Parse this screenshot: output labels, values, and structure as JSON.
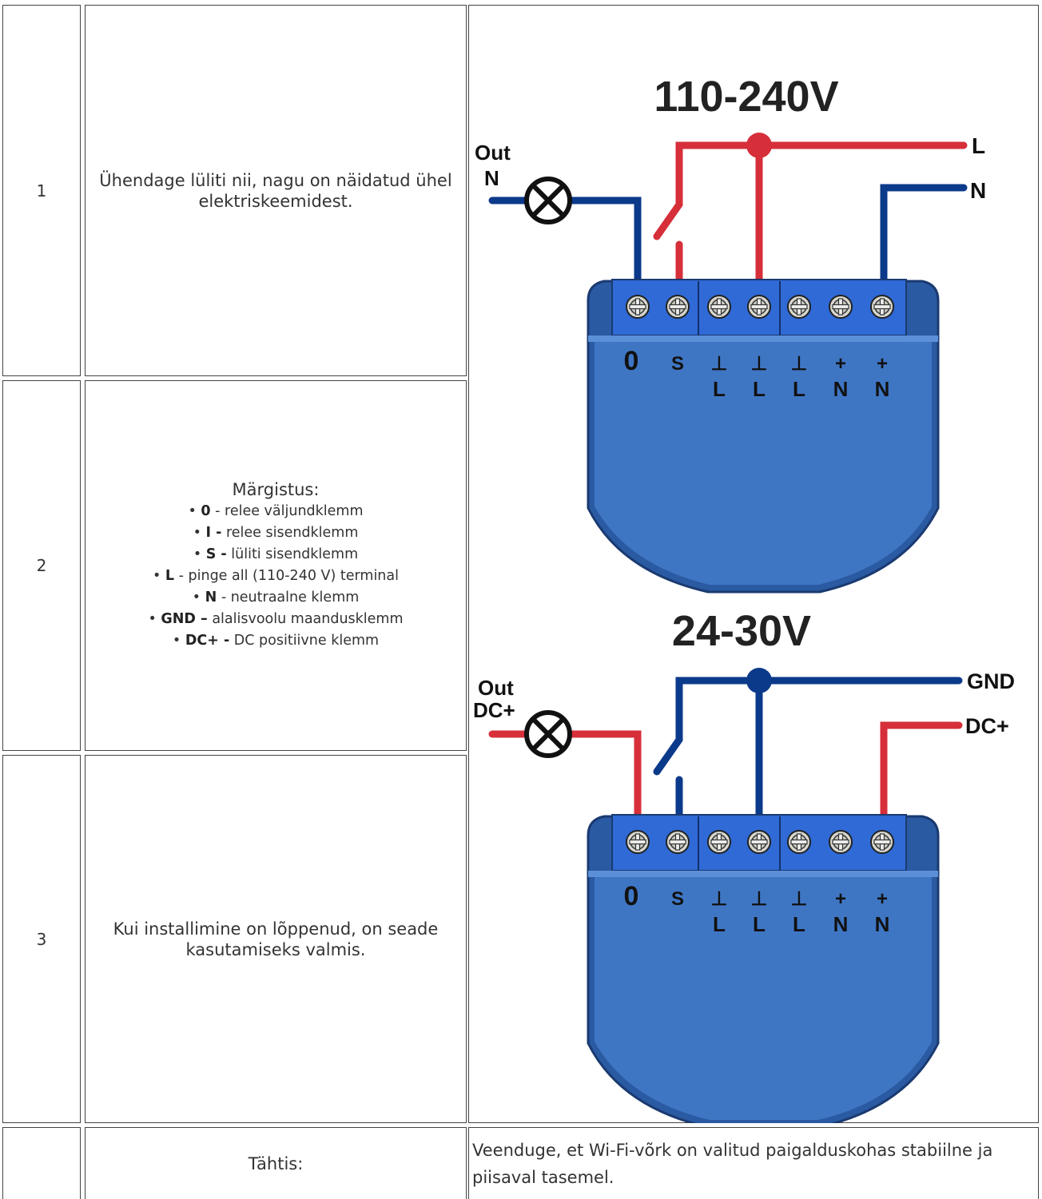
{
  "rows": [
    {
      "number": "1",
      "text": "Ühendage lüliti nii, nagu on näidatud ühel elektriskeemidest."
    },
    {
      "number": "2",
      "legend_title": "Märgistus:",
      "legend_items": [
        {
          "bullet": "•",
          "key": "0",
          "desc": "- relee väljundklemm"
        },
        {
          "bullet": "•",
          "key": "I -",
          "desc": "relee sisendklemm"
        },
        {
          "bullet": "•",
          "key": "S -",
          "desc": "lüliti sisendklemm"
        },
        {
          "bullet": "•",
          "key": "L",
          "desc": "- pinge all (110-240 V) terminal"
        },
        {
          "bullet": "•",
          "key": "N",
          "desc": "- neutraalne klemm"
        },
        {
          "bullet": "•",
          "key": "GND –",
          "desc": "alalisvoolu maandusklemm"
        },
        {
          "bullet": "•",
          "key": "DC+ -",
          "desc": "DC positiivne klemm"
        }
      ]
    },
    {
      "number": "3",
      "text": "Kui installimine on lõppenud, on seade kasutamiseks valmis."
    },
    {
      "number": "",
      "text": "Tähtis:",
      "note": "Veenduge, et Wi-Fi-võrk on valitud paigalduskohas stabiilne ja piisaval tasemel."
    }
  ],
  "diagram": {
    "colors": {
      "phase": "#d62f3a",
      "neutral": "#0b3a8a",
      "device_body": "#3f76c4",
      "device_dark": "#2a5aa2",
      "terminal_block": "#2f6ad6",
      "text": "#222222"
    },
    "terminal_labels_top": [
      "0",
      "S",
      "⊥",
      "⊥",
      "⊥",
      "+",
      "+"
    ],
    "terminal_labels_bottom": [
      "",
      "",
      "L",
      "L",
      "L",
      "N",
      "N"
    ],
    "ac": {
      "voltage": "110-240V",
      "out_label_1": "Out",
      "out_label_2": "N",
      "line_label": "L",
      "neutral_label": "N"
    },
    "dc": {
      "voltage": "24-30V",
      "out_label_1": "Out",
      "out_label_2": "DC+",
      "gnd_label": "GND",
      "dc_label": "DC+"
    },
    "lamp_icon": "lamp-icon"
  }
}
